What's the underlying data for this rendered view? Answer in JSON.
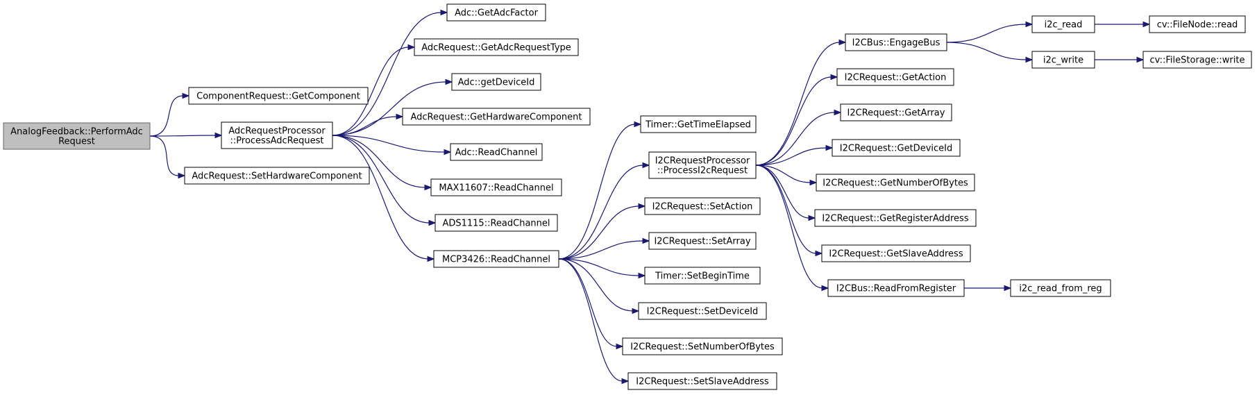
{
  "diagram": {
    "type": "call-graph",
    "colors": {
      "edge": "#191970",
      "root_fill": "#bfbfbf",
      "node_fill": "#ffffff"
    },
    "nodes": [
      {
        "id": "root",
        "lines": [
          "AnalogFeedback::PerformAdc",
          "Request"
        ]
      },
      {
        "id": "compreq",
        "lines": [
          "ComponentRequest::GetComponent"
        ]
      },
      {
        "id": "proc",
        "lines": [
          "AdcRequestProcessor",
          "::ProcessAdcRequest"
        ]
      },
      {
        "id": "sethw",
        "lines": [
          "AdcRequest::SetHardwareComponent"
        ]
      },
      {
        "id": "getfactor",
        "lines": [
          "Adc::GetAdcFactor"
        ]
      },
      {
        "id": "getreqtype",
        "lines": [
          "AdcRequest::GetAdcRequestType"
        ]
      },
      {
        "id": "getdevid",
        "lines": [
          "Adc::getDeviceId"
        ]
      },
      {
        "id": "gethw",
        "lines": [
          "AdcRequest::GetHardwareComponent"
        ]
      },
      {
        "id": "readch",
        "lines": [
          "Adc::ReadChannel"
        ]
      },
      {
        "id": "max",
        "lines": [
          "MAX11607::ReadChannel"
        ]
      },
      {
        "id": "ads",
        "lines": [
          "ADS1115::ReadChannel"
        ]
      },
      {
        "id": "mcp",
        "lines": [
          "MCP3426::ReadChannel"
        ]
      },
      {
        "id": "elapsed",
        "lines": [
          "Timer::GetTimeElapsed"
        ]
      },
      {
        "id": "i2cproc",
        "lines": [
          "I2CRequestProcessor",
          "::ProcessI2cRequest"
        ]
      },
      {
        "id": "setaction",
        "lines": [
          "I2CRequest::SetAction"
        ]
      },
      {
        "id": "setarray",
        "lines": [
          "I2CRequest::SetArray"
        ]
      },
      {
        "id": "setbegin",
        "lines": [
          "Timer::SetBeginTime"
        ]
      },
      {
        "id": "setdevid",
        "lines": [
          "I2CRequest::SetDeviceId"
        ]
      },
      {
        "id": "setnbytes",
        "lines": [
          "I2CRequest::SetNumberOfBytes"
        ]
      },
      {
        "id": "setslave",
        "lines": [
          "I2CRequest::SetSlaveAddress"
        ]
      },
      {
        "id": "engage",
        "lines": [
          "I2CBus::EngageBus"
        ]
      },
      {
        "id": "getaction",
        "lines": [
          "I2CRequest::GetAction"
        ]
      },
      {
        "id": "getarray",
        "lines": [
          "I2CRequest::GetArray"
        ]
      },
      {
        "id": "i2cgetdevid",
        "lines": [
          "I2CRequest::GetDeviceId"
        ]
      },
      {
        "id": "getnbytes",
        "lines": [
          "I2CRequest::GetNumberOfBytes"
        ]
      },
      {
        "id": "getregaddr",
        "lines": [
          "I2CRequest::GetRegisterAddress"
        ]
      },
      {
        "id": "getslave",
        "lines": [
          "I2CRequest::GetSlaveAddress"
        ]
      },
      {
        "id": "readfromreg",
        "lines": [
          "I2CBus::ReadFromRegister"
        ]
      },
      {
        "id": "i2cread",
        "lines": [
          "i2c_read"
        ]
      },
      {
        "id": "i2cwrite",
        "lines": [
          "i2c_write"
        ]
      },
      {
        "id": "fnread",
        "lines": [
          "cv::FileNode::read"
        ]
      },
      {
        "id": "fswrite",
        "lines": [
          "cv::FileStorage::write"
        ]
      },
      {
        "id": "readfromreg2",
        "lines": [
          "i2c_read_from_reg"
        ]
      }
    ],
    "edges": [
      [
        "root",
        "compreq"
      ],
      [
        "root",
        "proc"
      ],
      [
        "root",
        "sethw"
      ],
      [
        "proc",
        "getfactor"
      ],
      [
        "proc",
        "getreqtype"
      ],
      [
        "proc",
        "getdevid"
      ],
      [
        "proc",
        "gethw"
      ],
      [
        "proc",
        "readch"
      ],
      [
        "proc",
        "max"
      ],
      [
        "proc",
        "ads"
      ],
      [
        "proc",
        "mcp"
      ],
      [
        "mcp",
        "elapsed"
      ],
      [
        "mcp",
        "i2cproc"
      ],
      [
        "mcp",
        "setaction"
      ],
      [
        "mcp",
        "setarray"
      ],
      [
        "mcp",
        "setbegin"
      ],
      [
        "mcp",
        "setdevid"
      ],
      [
        "mcp",
        "setnbytes"
      ],
      [
        "mcp",
        "setslave"
      ],
      [
        "i2cproc",
        "engage"
      ],
      [
        "i2cproc",
        "getaction"
      ],
      [
        "i2cproc",
        "getarray"
      ],
      [
        "i2cproc",
        "i2cgetdevid"
      ],
      [
        "i2cproc",
        "getnbytes"
      ],
      [
        "i2cproc",
        "getregaddr"
      ],
      [
        "i2cproc",
        "getslave"
      ],
      [
        "i2cproc",
        "readfromreg"
      ],
      [
        "engage",
        "i2cread"
      ],
      [
        "engage",
        "i2cwrite"
      ],
      [
        "i2cread",
        "fnread"
      ],
      [
        "i2cwrite",
        "fswrite"
      ],
      [
        "readfromreg",
        "readfromreg2"
      ]
    ]
  }
}
